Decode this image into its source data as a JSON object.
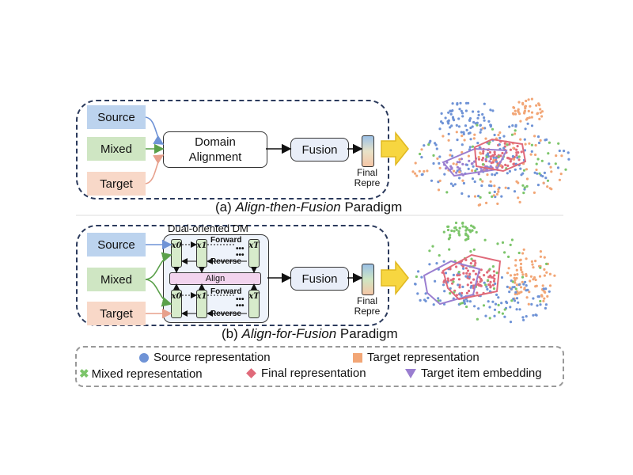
{
  "panel_a": {
    "inputs": {
      "source": "Source",
      "mixed": "Mixed",
      "target": "Target"
    },
    "domain_alignment": "Domain\nAlignment",
    "fusion": "Fusion",
    "final_label": "Final\nRepre",
    "caption_prefix": "(a) ",
    "caption_italic": "Align-then-Fusion",
    "caption_suffix": " Paradigm"
  },
  "panel_b": {
    "inputs": {
      "source": "Source",
      "mixed": "Mixed",
      "target": "Target"
    },
    "dm_title": "Dual-oriented DM",
    "x0": "x0",
    "x1": "x1",
    "xT": "xT",
    "forward": "Forward",
    "reverse": "Reverse",
    "ellipsis": "•••",
    "align": "Align",
    "fusion": "Fusion",
    "final_label": "Final\nRepre",
    "caption_prefix": "(b) ",
    "caption_italic": "Align-for-Fusion",
    "caption_suffix": " Paradigm"
  },
  "legend": {
    "source": "Source representation",
    "target": "Target representation",
    "mixed": "Mixed representation",
    "final": "Final representation",
    "target_item": "Target item embedding"
  },
  "colors": {
    "source": "#6f93d6",
    "target": "#f2a676",
    "mixed": "#7cc56a",
    "final": "#e06a7a",
    "target_item": "#9a7ed0",
    "arrow_yellow": "#f7d640"
  },
  "icons": {
    "source": "circle",
    "target": "square",
    "mixed": "x-mark",
    "final": "diamond",
    "target_item": "down-triangle",
    "transition_arrow": "yellow-block-arrow"
  }
}
